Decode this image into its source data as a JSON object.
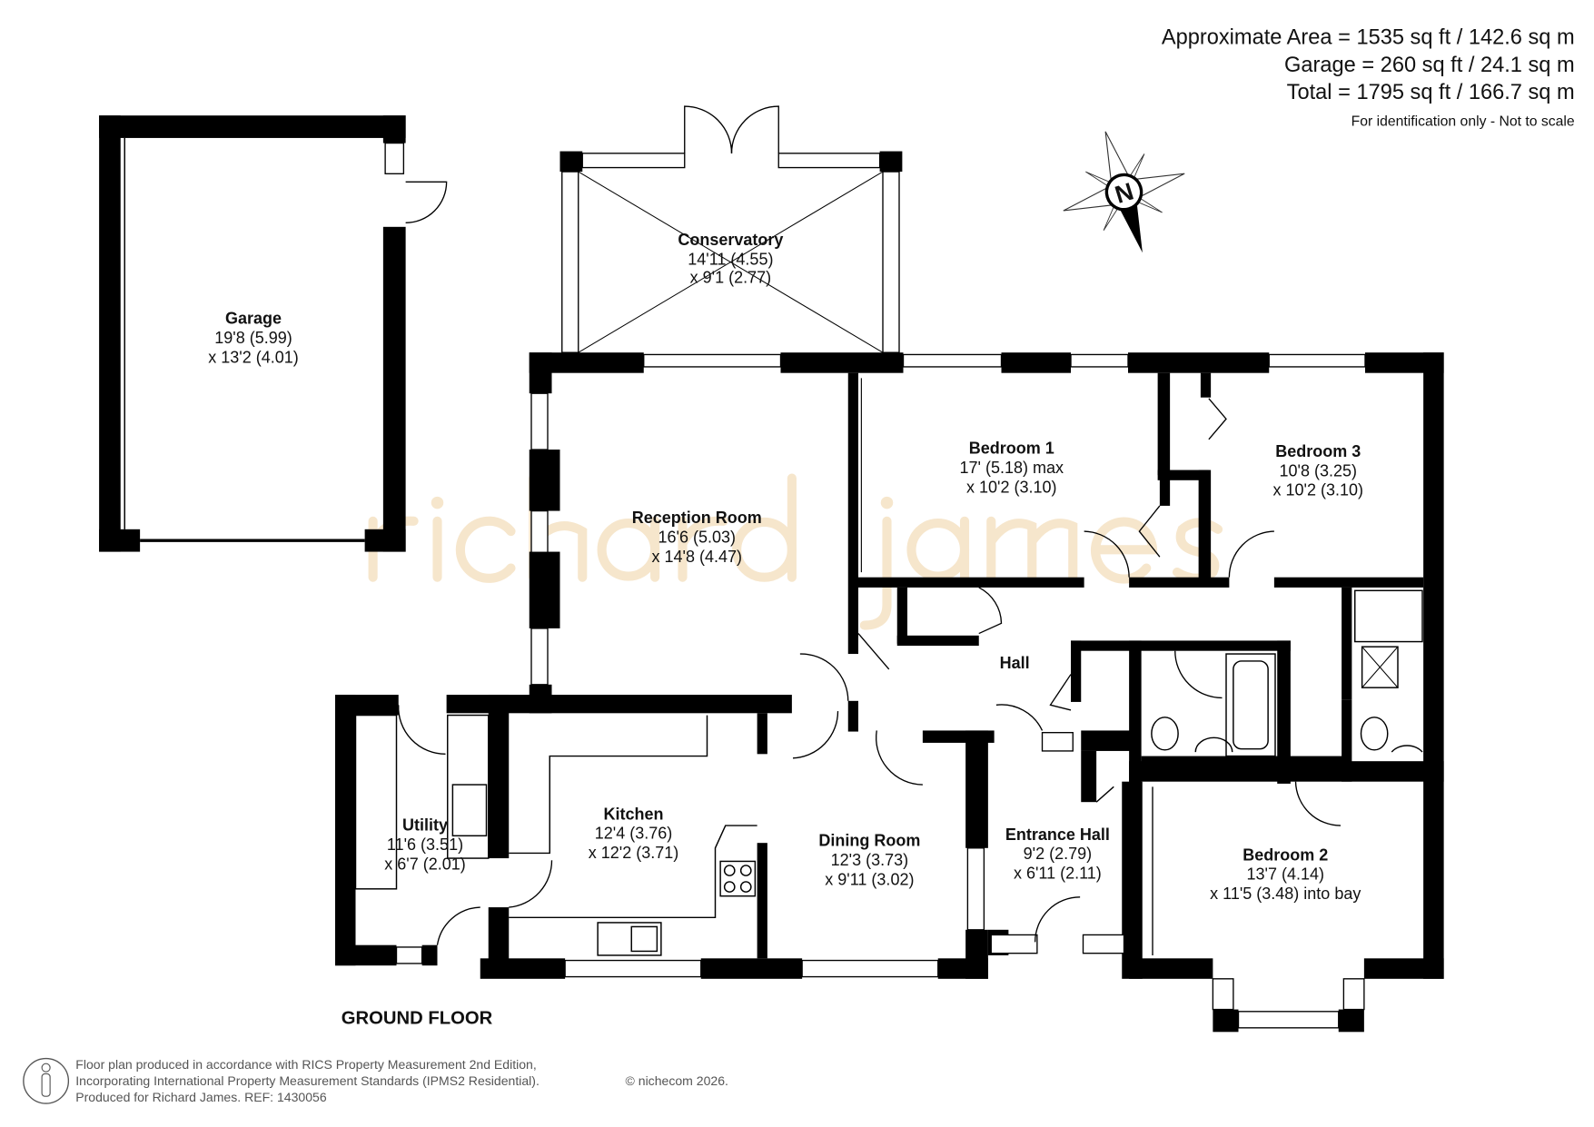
{
  "area": {
    "approximate": "Approximate Area = 1535 sq ft / 142.6 sq m",
    "garage": "Garage = 260 sq ft / 24.1 sq m",
    "total": "Total = 1795 sq ft / 166.7 sq m",
    "note": "For identification only - Not to scale"
  },
  "compass": {
    "label": "N"
  },
  "watermark": "richard james",
  "rooms": {
    "garage": {
      "name": "Garage",
      "dim1": "19'8 (5.99)",
      "dim2": "x 13'2 (4.01)"
    },
    "conservatory": {
      "name": "Conservatory",
      "dim1": "14'11 (4.55)",
      "dim2": "x 9'1 (2.77)"
    },
    "reception": {
      "name": "Reception Room",
      "dim1": "16'6 (5.03)",
      "dim2": "x 14'8 (4.47)"
    },
    "bedroom1": {
      "name": "Bedroom 1",
      "dim1": "17' (5.18) max",
      "dim2": "x 10'2 (3.10)"
    },
    "bedroom3": {
      "name": "Bedroom 3",
      "dim1": "10'8 (3.25)",
      "dim2": "x 10'2 (3.10)"
    },
    "hall": {
      "name": "Hall"
    },
    "utility": {
      "name": "Utility",
      "dim1": "11'6 (3.51)",
      "dim2": "x 6'7 (2.01)"
    },
    "kitchen": {
      "name": "Kitchen",
      "dim1": "12'4 (3.76)",
      "dim2": "x 12'2 (3.71)"
    },
    "dining": {
      "name": "Dining Room",
      "dim1": "12'3 (3.73)",
      "dim2": "x 9'11 (3.02)"
    },
    "entrance": {
      "name": "Entrance Hall",
      "dim1": "9'2 (2.79)",
      "dim2": "x 6'11 (2.11)"
    },
    "bedroom2": {
      "name": "Bedroom 2",
      "dim1": "13'7 (4.14)",
      "dim2": "x 11'5 (3.48) into bay"
    }
  },
  "floor_label": "GROUND FLOOR",
  "footer": {
    "line1": "Floor plan produced in accordance with RICS Property Measurement 2nd Edition,",
    "line2": "Incorporating International Property Measurement Standards (IPMS2 Residential).",
    "copyright": "© nichecom 2026.",
    "line3": "Produced for Richard James.   REF:  1430056"
  }
}
